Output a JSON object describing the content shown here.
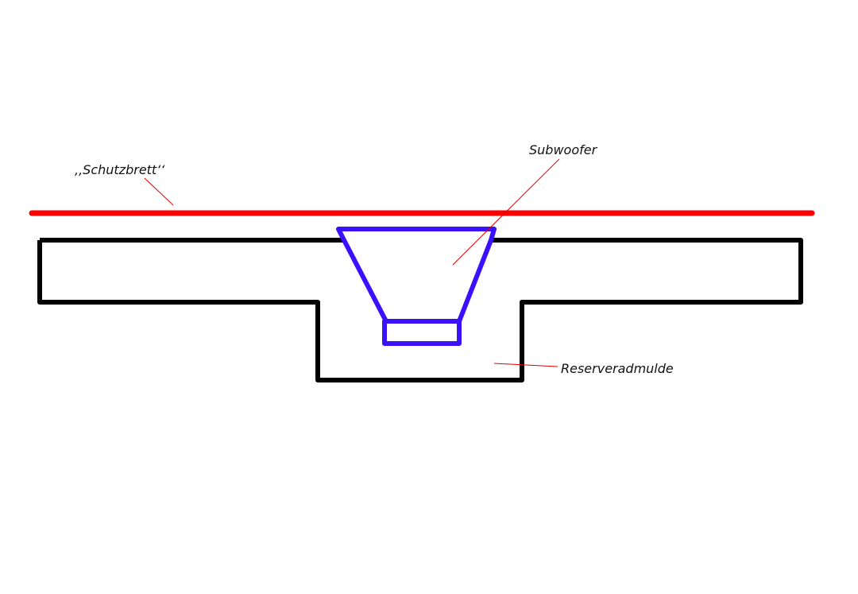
{
  "labels": {
    "schutzbrett": ",,Schutzbrett‘‘",
    "subwoofer": "Subwoofer",
    "reserveradmulde": "Reserveradmulde"
  },
  "colors": {
    "board": "#ff0000",
    "outline": "#000000",
    "subwoofer": "#3a10ff",
    "leader": "#e00000",
    "text": "#111111",
    "background": "#ffffff"
  }
}
